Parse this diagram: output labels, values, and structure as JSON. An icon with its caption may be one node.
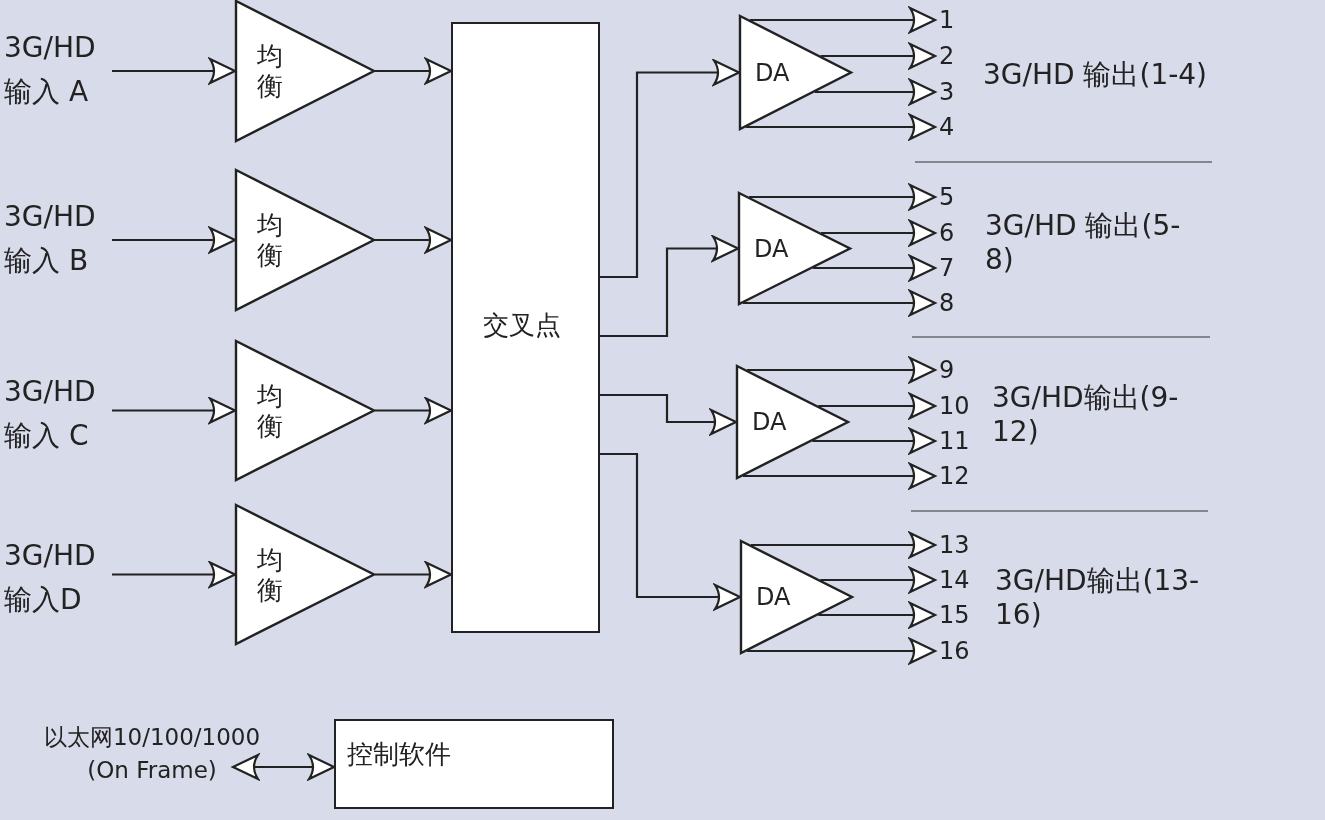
{
  "diagram": {
    "nodes": [
      {
        "text": [
          "3G/HD 输入 A"
        ]
      },
      {
        "text": [
          "3G/HD 输入 B"
        ]
      },
      {
        "text": [
          "3G/HD 输入 C"
        ]
      },
      {
        "text": [
          "3G/HD 输入D"
        ]
      },
      {
        "text": [
          "均衡"
        ]
      },
      {
        "text": [
          "均衡"
        ]
      },
      {
        "text": [
          "均衡"
        ]
      },
      {
        "text": [
          "均衡"
        ]
      },
      {
        "text": [
          "交叉点"
        ]
      },
      {
        "text": [
          "DA"
        ]
      },
      {
        "text": [
          "DA"
        ]
      },
      {
        "text": [
          "DA"
        ]
      },
      {
        "text": [
          "DA"
        ]
      },
      {
        "text": [
          "1"
        ]
      },
      {
        "text": [
          "2"
        ]
      },
      {
        "text": [
          "3"
        ]
      },
      {
        "text": [
          "4"
        ]
      },
      {
        "text": [
          "5"
        ]
      },
      {
        "text": [
          "6"
        ]
      },
      {
        "text": [
          "7"
        ]
      },
      {
        "text": [
          "8"
        ]
      },
      {
        "text": [
          "9"
        ]
      },
      {
        "text": [
          "10"
        ]
      },
      {
        "text": [
          "11"
        ]
      },
      {
        "text": [
          "12"
        ]
      },
      {
        "text": [
          "13"
        ]
      },
      {
        "text": [
          "14"
        ]
      },
      {
        "text": [
          "15"
        ]
      },
      {
        "text": [
          "16"
        ]
      },
      {
        "text": [
          "以太网10/100/1000 (On Frame)"
        ]
      },
      {
        "text": [
          "控制软件"
        ]
      }
    ],
    "edges": [
      {
        "from": 0,
        "to": 4,
        "arrow": "to"
      },
      {
        "from": 1,
        "to": 5,
        "arrow": "to"
      },
      {
        "from": 2,
        "to": 6,
        "arrow": "to"
      },
      {
        "from": 3,
        "to": 7,
        "arrow": "to"
      },
      {
        "from": 4,
        "to": 8,
        "arrow": "to"
      },
      {
        "from": 5,
        "to": 8,
        "arrow": "to"
      },
      {
        "from": 6,
        "to": 8,
        "arrow": "to"
      },
      {
        "from": 7,
        "to": 8,
        "arrow": "to"
      },
      {
        "from": 8,
        "to": 9,
        "arrow": "to"
      },
      {
        "from": 8,
        "to": 10,
        "arrow": "to"
      },
      {
        "from": 8,
        "to": 11,
        "arrow": "to"
      },
      {
        "from": 8,
        "to": 12,
        "arrow": "to"
      },
      {
        "from": 9,
        "to": 13,
        "arrow": "to"
      },
      {
        "from": 9,
        "to": 14,
        "arrow": "to"
      },
      {
        "from": 9,
        "to": 15,
        "arrow": "to"
      },
      {
        "from": 9,
        "to": 16,
        "arrow": "to"
      },
      {
        "from": 10,
        "to": 17,
        "arrow": "to"
      },
      {
        "from": 10,
        "to": 18,
        "arrow": "to"
      },
      {
        "from": 10,
        "to": 19,
        "arrow": "to"
      },
      {
        "from": 10,
        "to": 20,
        "arrow": "to"
      },
      {
        "from": 11,
        "to": 21,
        "arrow": "to"
      },
      {
        "from": 11,
        "to": 22,
        "arrow": "to"
      },
      {
        "from": 11,
        "to": 23,
        "arrow": "to"
      },
      {
        "from": 11,
        "to": 24,
        "arrow": "to"
      },
      {
        "from": 12,
        "to": 25,
        "arrow": "to"
      },
      {
        "from": 12,
        "to": 26,
        "arrow": "to"
      },
      {
        "from": 12,
        "to": 27,
        "arrow": "to"
      },
      {
        "from": 12,
        "to": 28,
        "arrow": "to"
      },
      {
        "from": 29,
        "to": 30,
        "arrow": "both"
      }
    ],
    "labels": [
      "3G/HD 输出(1-4)",
      "3G/HD 输出(5-8)",
      "3G/HD输出(9-12)",
      "3G/HD输出(13-16)"
    ]
  }
}
